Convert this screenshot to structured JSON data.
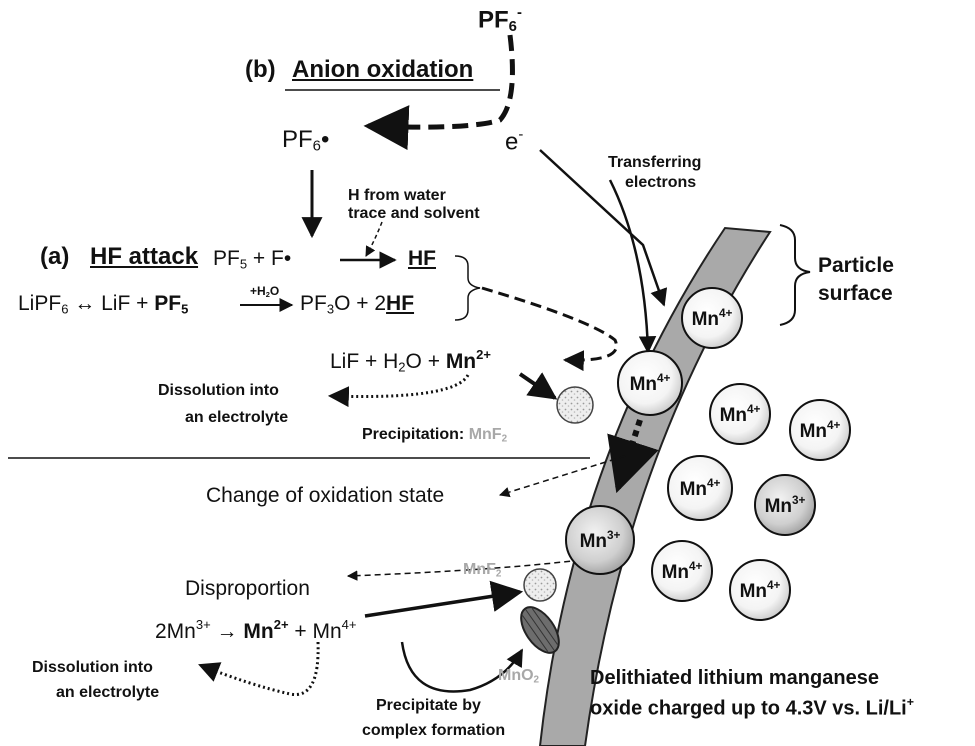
{
  "anion_top": "PF",
  "anion_top_sub": "6",
  "anion_top_sup": "-",
  "b_label": "(b)",
  "b_title": "Anion oxidation",
  "radical": "PF",
  "radical_sub": "6",
  "radical_dot": "•",
  "electron": "e",
  "electron_sup": "-",
  "transfer_line1": "Transferring",
  "transfer_line2": "electrons",
  "h_line1": "H from water",
  "h_line2": "trace and solvent",
  "a_label": "(a)",
  "a_title": "HF attack",
  "pf5f": {
    "a": "PF",
    "sub": "5",
    "b": " + F•"
  },
  "hf": "HF",
  "lipf6": {
    "a": "LiPF",
    "sub": "6",
    "b": " ↔ LiF + ",
    "pf5": "PF",
    "pf5sub": "5"
  },
  "plus_h2o": {
    "a": "+H",
    "sub": "2",
    "b": "O"
  },
  "pf3o": {
    "a": "PF",
    "sub": "3",
    "b": "O + 2",
    "hf": "HF"
  },
  "lif_line": {
    "a": "LiF + H",
    "sub": "2",
    "b": "O + ",
    "mn": "Mn",
    "sup": "2+"
  },
  "dissolution_top": [
    "Dissolution into",
    "an electrolyte"
  ],
  "precip": {
    "label": "Precipitation: ",
    "mn": "MnF",
    "sub": "2"
  },
  "oxidation_change": "Change of oxidation state",
  "disproportion": "Disproportion",
  "disp_eq": {
    "a": "2Mn",
    "asup": "3+",
    "arrow": " → ",
    "mn": "Mn",
    "mnsup": "2+",
    "plus": " + Mn",
    "plussup": "4+"
  },
  "mnf2_bottom": {
    "a": "MnF",
    "sub": "2"
  },
  "mno2": {
    "a": "MnO",
    "sub": "2"
  },
  "dissolution_bottom": [
    "Dissolution into",
    "an electrolyte"
  ],
  "precip_complex": [
    "Precipitate by",
    "complex formation"
  ],
  "particle_surface": [
    "Particle",
    "surface"
  ],
  "caption": [
    "Delithiated lithium manganese",
    "oxide charged up to 4.3V vs. Li/Li"
  ],
  "caption_sup": "+",
  "ions": [
    {
      "base": "Mn",
      "sup": "4+"
    },
    {
      "base": "Mn",
      "sup": "4+"
    },
    {
      "base": "Mn",
      "sup": "3+"
    },
    {
      "base": "Mn",
      "sup": "4+"
    },
    {
      "base": "Mn",
      "sup": "4+"
    },
    {
      "base": "Mn",
      "sup": "4+"
    },
    {
      "base": "Mn",
      "sup": "3+"
    },
    {
      "base": "Mn",
      "sup": "4+"
    },
    {
      "base": "Mn",
      "sup": "4+"
    }
  ],
  "colors": {
    "surface_band": "#a9a9a9",
    "gray_text": "#a8a8a8",
    "ink": "#111111"
  }
}
